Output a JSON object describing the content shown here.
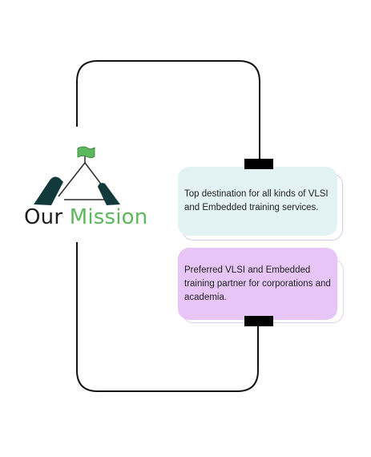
{
  "mission": {
    "title_part1": "Our",
    "title_part2": "Mission",
    "title_color": "#1f1f1f",
    "accent_color": "#5cb85c"
  },
  "cards": [
    {
      "text": "Top destination for all kinds of VLSI and Embedded training services.",
      "bg": "#e3f3f3"
    },
    {
      "text": "Preferred VLSI and Embedded training partner for corporations and academia.",
      "bg": "#e7c6f7"
    }
  ],
  "icons": {
    "logo": "mountain-flag-icon"
  }
}
